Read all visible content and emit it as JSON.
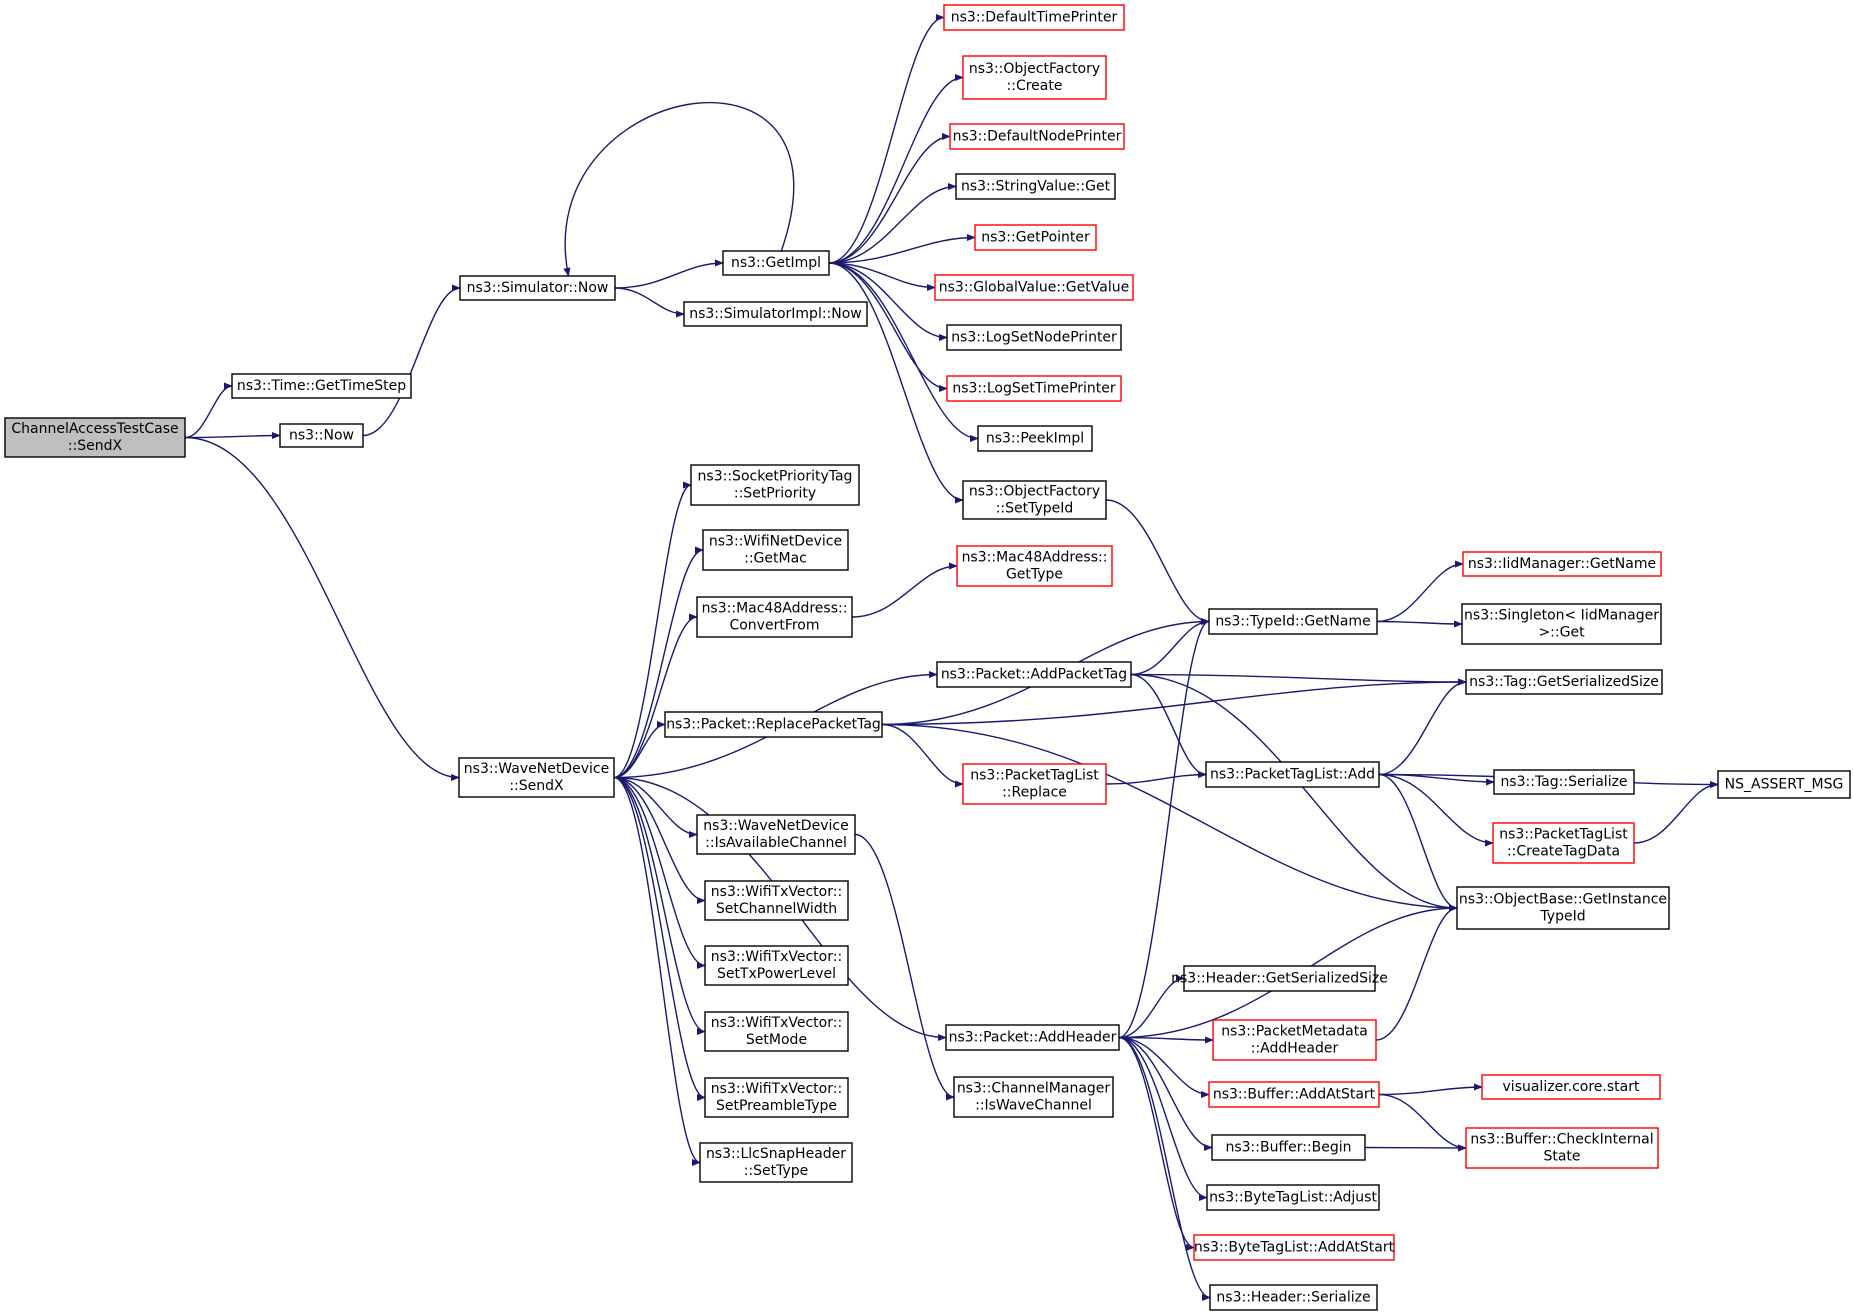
{
  "diagram": {
    "title": "",
    "colors": {
      "edge": "#191970",
      "normal_border": "#000000",
      "red_border": "#ff0000",
      "root_fill": "#bfbfbf"
    },
    "nodes": [
      {
        "id": "root",
        "lines": [
          "ChannelAccessTestCase",
          "::SendX"
        ],
        "style": "root"
      },
      {
        "id": "time_getts",
        "lines": [
          "ns3::Time::GetTimeStep"
        ],
        "style": "normal"
      },
      {
        "id": "now",
        "lines": [
          "ns3::Now"
        ],
        "style": "normal"
      },
      {
        "id": "sim_now",
        "lines": [
          "ns3::Simulator::Now"
        ],
        "style": "normal"
      },
      {
        "id": "getimpl",
        "lines": [
          "ns3::GetImpl"
        ],
        "style": "normal"
      },
      {
        "id": "simimpl_now",
        "lines": [
          "ns3::SimulatorImpl::Now"
        ],
        "style": "normal"
      },
      {
        "id": "deftimeprinter",
        "lines": [
          "ns3::DefaultTimePrinter"
        ],
        "style": "red"
      },
      {
        "id": "objfac_create",
        "lines": [
          "ns3::ObjectFactory",
          "::Create"
        ],
        "style": "red"
      },
      {
        "id": "defnodeprinter",
        "lines": [
          "ns3::DefaultNodePrinter"
        ],
        "style": "red"
      },
      {
        "id": "strval_get",
        "lines": [
          "ns3::StringValue::Get"
        ],
        "style": "normal"
      },
      {
        "id": "getpointer",
        "lines": [
          "ns3::GetPointer"
        ],
        "style": "red"
      },
      {
        "id": "globval_getval",
        "lines": [
          "ns3::GlobalValue::GetValue"
        ],
        "style": "red"
      },
      {
        "id": "logsetnodeprinter",
        "lines": [
          "ns3::LogSetNodePrinter"
        ],
        "style": "normal"
      },
      {
        "id": "logsettimeprinter",
        "lines": [
          "ns3::LogSetTimePrinter"
        ],
        "style": "red"
      },
      {
        "id": "peekimpl",
        "lines": [
          "ns3::PeekImpl"
        ],
        "style": "normal"
      },
      {
        "id": "objfac_settypeid",
        "lines": [
          "ns3::ObjectFactory",
          "::SetTypeId"
        ],
        "style": "normal"
      },
      {
        "id": "wave_sendx",
        "lines": [
          "ns3::WaveNetDevice",
          "::SendX"
        ],
        "style": "normal"
      },
      {
        "id": "sockprio_set",
        "lines": [
          "ns3::SocketPriorityTag",
          "::SetPriority"
        ],
        "style": "normal"
      },
      {
        "id": "wifinet_getmac",
        "lines": [
          "ns3::WifiNetDevice",
          "::GetMac"
        ],
        "style": "normal"
      },
      {
        "id": "mac48_convert",
        "lines": [
          "ns3::Mac48Address::",
          "ConvertFrom"
        ],
        "style": "normal"
      },
      {
        "id": "mac48_gettype",
        "lines": [
          "ns3::Mac48Address::",
          "GetType"
        ],
        "style": "red"
      },
      {
        "id": "packet_addpackettag",
        "lines": [
          "ns3::Packet::AddPacketTag"
        ],
        "style": "normal"
      },
      {
        "id": "packet_replacepackettag",
        "lines": [
          "ns3::Packet::ReplacePacketTag"
        ],
        "style": "normal"
      },
      {
        "id": "typeid_getname",
        "lines": [
          "ns3::TypeId::GetName"
        ],
        "style": "normal"
      },
      {
        "id": "iidmgr_getname",
        "lines": [
          "ns3::IidManager::GetName"
        ],
        "style": "red"
      },
      {
        "id": "singleton_get",
        "lines": [
          "ns3::Singleton< IidManager",
          ">::Get"
        ],
        "style": "normal"
      },
      {
        "id": "tag_getsersize",
        "lines": [
          "ns3::Tag::GetSerializedSize"
        ],
        "style": "normal"
      },
      {
        "id": "ptl_replace",
        "lines": [
          "ns3::PacketTagList",
          "::Replace"
        ],
        "style": "red"
      },
      {
        "id": "ptl_add",
        "lines": [
          "ns3::PacketTagList::Add"
        ],
        "style": "normal"
      },
      {
        "id": "tag_serialize",
        "lines": [
          "ns3::Tag::Serialize"
        ],
        "style": "normal"
      },
      {
        "id": "ns_assert_msg",
        "lines": [
          "NS_ASSERT_MSG"
        ],
        "style": "normal"
      },
      {
        "id": "ptl_createtagdata",
        "lines": [
          "ns3::PacketTagList",
          "::CreateTagData"
        ],
        "style": "red"
      },
      {
        "id": "objbase_getinst",
        "lines": [
          "ns3::ObjectBase::GetInstance",
          "TypeId"
        ],
        "style": "normal"
      },
      {
        "id": "wave_isavail",
        "lines": [
          "ns3::WaveNetDevice",
          "::IsAvailableChannel"
        ],
        "style": "normal"
      },
      {
        "id": "txv_setchw",
        "lines": [
          "ns3::WifiTxVector::",
          "SetChannelWidth"
        ],
        "style": "normal"
      },
      {
        "id": "txv_settxpl",
        "lines": [
          "ns3::WifiTxVector::",
          "SetTxPowerLevel"
        ],
        "style": "normal"
      },
      {
        "id": "txv_setmode",
        "lines": [
          "ns3::WifiTxVector::",
          "SetMode"
        ],
        "style": "normal"
      },
      {
        "id": "txv_setpreamble",
        "lines": [
          "ns3::WifiTxVector::",
          "SetPreambleType"
        ],
        "style": "normal"
      },
      {
        "id": "llcsnap_settype",
        "lines": [
          "ns3::LlcSnapHeader",
          "::SetType"
        ],
        "style": "normal"
      },
      {
        "id": "packet_addheader",
        "lines": [
          "ns3::Packet::AddHeader"
        ],
        "style": "normal"
      },
      {
        "id": "chmgr_iswave",
        "lines": [
          "ns3::ChannelManager",
          "::IsWaveChannel"
        ],
        "style": "normal"
      },
      {
        "id": "header_getsersize",
        "lines": [
          "ns3::Header::GetSerializedSize"
        ],
        "style": "normal"
      },
      {
        "id": "pktmeta_addheader",
        "lines": [
          "ns3::PacketMetadata",
          "::AddHeader"
        ],
        "style": "red"
      },
      {
        "id": "buffer_addatstart",
        "lines": [
          "ns3::Buffer::AddAtStart"
        ],
        "style": "red"
      },
      {
        "id": "viz_start",
        "lines": [
          "visualizer.core.start"
        ],
        "style": "red"
      },
      {
        "id": "buffer_begin",
        "lines": [
          "ns3::Buffer::Begin"
        ],
        "style": "normal"
      },
      {
        "id": "buffer_checkint",
        "lines": [
          "ns3::Buffer::CheckInternal",
          "State"
        ],
        "style": "red"
      },
      {
        "id": "btl_adjust",
        "lines": [
          "ns3::ByteTagList::Adjust"
        ],
        "style": "normal"
      },
      {
        "id": "btl_addatstart",
        "lines": [
          "ns3::ByteTagList::AddAtStart"
        ],
        "style": "red"
      },
      {
        "id": "header_serialize",
        "lines": [
          "ns3::Header::Serialize"
        ],
        "style": "normal"
      }
    ],
    "edges": [
      [
        "root",
        "time_getts"
      ],
      [
        "root",
        "now"
      ],
      [
        "root",
        "wave_sendx"
      ],
      [
        "now",
        "sim_now"
      ],
      [
        "sim_now",
        "getimpl"
      ],
      [
        "sim_now",
        "simimpl_now"
      ],
      [
        "getimpl",
        "deftimeprinter"
      ],
      [
        "getimpl",
        "objfac_create"
      ],
      [
        "getimpl",
        "defnodeprinter"
      ],
      [
        "getimpl",
        "strval_get"
      ],
      [
        "getimpl",
        "getpointer"
      ],
      [
        "getimpl",
        "globval_getval"
      ],
      [
        "getimpl",
        "logsetnodeprinter"
      ],
      [
        "getimpl",
        "logsettimeprinter"
      ],
      [
        "getimpl",
        "peekimpl"
      ],
      [
        "getimpl",
        "objfac_settypeid"
      ],
      [
        "getimpl",
        "sim_now"
      ],
      [
        "objfac_settypeid",
        "typeid_getname"
      ],
      [
        "wave_sendx",
        "sockprio_set"
      ],
      [
        "wave_sendx",
        "wifinet_getmac"
      ],
      [
        "wave_sendx",
        "mac48_convert"
      ],
      [
        "wave_sendx",
        "packet_addpackettag"
      ],
      [
        "wave_sendx",
        "packet_replacepackettag"
      ],
      [
        "wave_sendx",
        "packet_addheader"
      ],
      [
        "wave_sendx",
        "wave_isavail"
      ],
      [
        "wave_sendx",
        "txv_setchw"
      ],
      [
        "wave_sendx",
        "txv_settxpl"
      ],
      [
        "wave_sendx",
        "txv_setmode"
      ],
      [
        "wave_sendx",
        "txv_setpreamble"
      ],
      [
        "wave_sendx",
        "llcsnap_settype"
      ],
      [
        "mac48_convert",
        "mac48_gettype"
      ],
      [
        "packet_addpackettag",
        "typeid_getname"
      ],
      [
        "packet_addpackettag",
        "tag_getsersize"
      ],
      [
        "packet_addpackettag",
        "ptl_add"
      ],
      [
        "packet_addpackettag",
        "objbase_getinst"
      ],
      [
        "packet_replacepackettag",
        "typeid_getname"
      ],
      [
        "packet_replacepackettag",
        "tag_getsersize"
      ],
      [
        "packet_replacepackettag",
        "ptl_replace"
      ],
      [
        "packet_replacepackettag",
        "objbase_getinst"
      ],
      [
        "typeid_getname",
        "iidmgr_getname"
      ],
      [
        "typeid_getname",
        "singleton_get"
      ],
      [
        "ptl_replace",
        "ptl_add"
      ],
      [
        "ptl_add",
        "tag_getsersize"
      ],
      [
        "ptl_add",
        "tag_serialize"
      ],
      [
        "ptl_add",
        "ns_assert_msg"
      ],
      [
        "ptl_add",
        "ptl_createtagdata"
      ],
      [
        "ptl_add",
        "objbase_getinst"
      ],
      [
        "ptl_createtagdata",
        "ns_assert_msg"
      ],
      [
        "wave_isavail",
        "chmgr_iswave"
      ],
      [
        "packet_addheader",
        "typeid_getname"
      ],
      [
        "packet_addheader",
        "objbase_getinst"
      ],
      [
        "packet_addheader",
        "header_getsersize"
      ],
      [
        "packet_addheader",
        "pktmeta_addheader"
      ],
      [
        "packet_addheader",
        "buffer_addatstart"
      ],
      [
        "packet_addheader",
        "buffer_begin"
      ],
      [
        "packet_addheader",
        "btl_adjust"
      ],
      [
        "packet_addheader",
        "btl_addatstart"
      ],
      [
        "packet_addheader",
        "header_serialize"
      ],
      [
        "pktmeta_addheader",
        "objbase_getinst"
      ],
      [
        "buffer_addatstart",
        "viz_start"
      ],
      [
        "buffer_addatstart",
        "buffer_checkint"
      ],
      [
        "buffer_begin",
        "buffer_checkint"
      ]
    ]
  }
}
